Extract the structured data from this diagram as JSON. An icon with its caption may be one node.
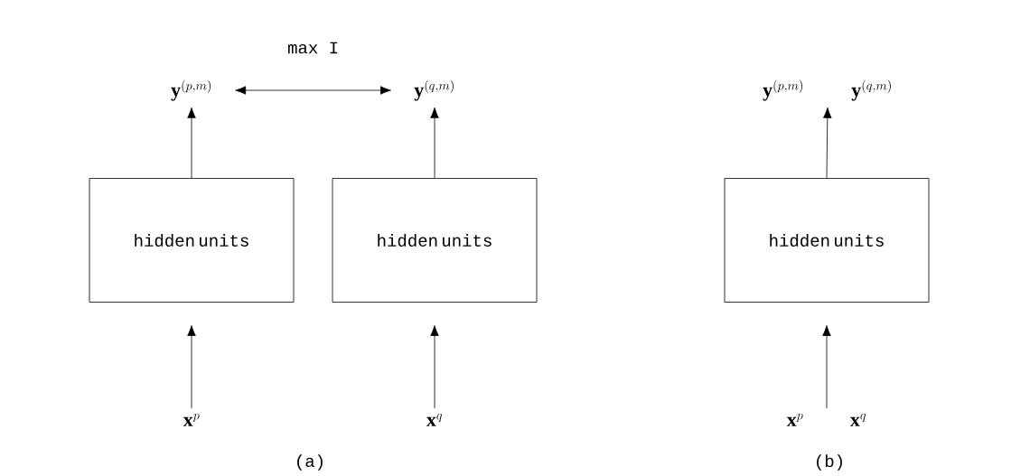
{
  "diagram": {
    "nodes": [
      {
        "text": [
          "\\mathbf{y}^{(p,m)}"
        ]
      },
      {
        "text": [
          "\\mathbf{y}^{(q,m)}"
        ]
      },
      {
        "text": [
          "hidden units"
        ]
      },
      {
        "text": [
          "hidden units"
        ]
      },
      {
        "text": [
          "\\mathbf{x}^{p}"
        ]
      },
      {
        "text": [
          "\\mathbf{x}^{q}"
        ]
      },
      {
        "text": [
          "\\mathbf{y}^{(p,m)}"
        ]
      },
      {
        "text": [
          "\\mathbf{y}^{(q,m)}"
        ]
      },
      {
        "text": [
          "hidden units"
        ]
      },
      {
        "text": [
          "\\mathbf{x}^{p}"
        ]
      },
      {
        "text": [
          "\\mathbf{x}^{q}"
        ]
      }
    ],
    "edges": [
      {
        "from": 2,
        "to": 0,
        "arrow": "to"
      },
      {
        "from": 3,
        "to": 1,
        "arrow": "to"
      },
      {
        "from": 4,
        "to": 2,
        "arrow": "to"
      },
      {
        "from": 5,
        "to": 3,
        "arrow": "to"
      },
      {
        "from": 0,
        "to": 1,
        "arrow": "both",
        "label": "max I"
      },
      {
        "from": 8,
        "to": 6,
        "arrow": "to"
      },
      {
        "from": 8,
        "to": 7,
        "arrow": "to"
      },
      {
        "from": 9,
        "to": 8,
        "arrow": "to"
      },
      {
        "from": 10,
        "to": 8,
        "arrow": "to"
      }
    ],
    "labels": [
      "(a)",
      "(b)"
    ]
  }
}
